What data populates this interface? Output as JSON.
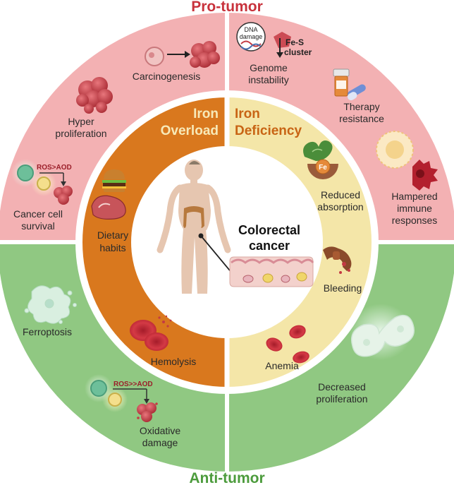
{
  "colors": {
    "pro_tumor": "#f3b1b3",
    "anti_tumor": "#90c882",
    "iron_overload": "#d9781e",
    "iron_deficiency": "#f4e6a8",
    "pro_title": "#c8323c",
    "anti_title": "#4c9b3c",
    "overload_title": "#f7e9b8",
    "deficiency_title": "#c86414",
    "cell_red": "#c43a43",
    "skin": "#e6c6b0"
  },
  "titles": {
    "pro_tumor": "Pro-tumor",
    "anti_tumor": "Anti-tumor",
    "iron_overload_line1": "Iron",
    "iron_overload_line2": "Overload",
    "iron_deficiency_line1": "Iron",
    "iron_deficiency_line2": "Deficiency",
    "center_line1": "Colorectal",
    "center_line2": "cancer"
  },
  "outer": {
    "carcinogenesis": "Carcinogenesis",
    "hyper_1": "Hyper",
    "hyper_2": "proliferation",
    "survival_1": "Cancer cell",
    "survival_2": "survival",
    "ros_aod": "ROS>AOD",
    "genome_1": "Genome",
    "genome_2": "instability",
    "dna_1": "DNA",
    "dna_2": "damage",
    "fes_1": "Fe-S",
    "fes_2": "cluster",
    "therapy_1": "Therapy",
    "therapy_2": "resistance",
    "immune_1": "Hampered",
    "immune_2": "immune",
    "immune_3": "responses",
    "ferroptosis": "Ferroptosis",
    "ros_aod2": "ROS>>AOD",
    "oxidative_1": "Oxidative",
    "oxidative_2": "damage",
    "decreased_1": "Decreased",
    "decreased_2": "proliferation"
  },
  "inner": {
    "dietary_1": "Dietary",
    "dietary_2": "habits",
    "hemolysis": "Hemolysis",
    "reduced_1": "Reduced",
    "reduced_2": "absorption",
    "fe": "Fe",
    "bleeding": "Bleeding",
    "anemia": "Anemia"
  }
}
